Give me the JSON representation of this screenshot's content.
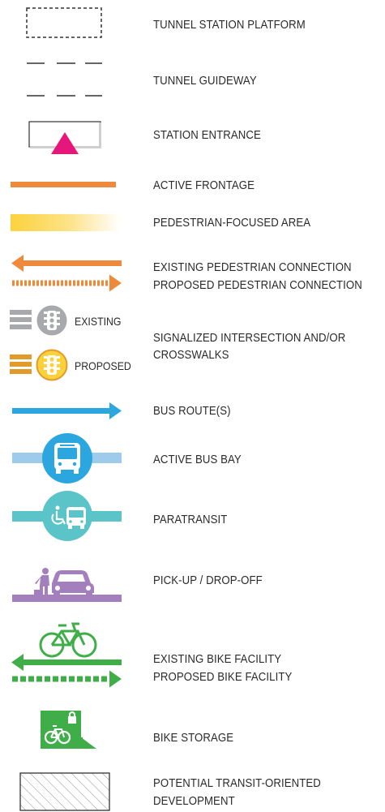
{
  "legend": {
    "items": [
      {
        "id": "tunnel-station-platform",
        "lines": [
          "TUNNEL STATION PLATFORM"
        ]
      },
      {
        "id": "tunnel-guideway",
        "lines": [
          "TUNNEL GUIDEWAY"
        ]
      },
      {
        "id": "station-entrance",
        "lines": [
          "STATION ENTRANCE"
        ]
      },
      {
        "id": "active-frontage",
        "lines": [
          "ACTIVE FRONTAGE"
        ]
      },
      {
        "id": "pedestrian-focused-area",
        "lines": [
          "PEDESTRIAN-FOCUSED AREA"
        ]
      },
      {
        "id": "pedestrian-connection",
        "lines": [
          "EXISTING PEDESTRIAN CONNECTION",
          "PROPOSED PEDESTRIAN CONNECTION"
        ]
      },
      {
        "id": "signalized-intersection",
        "lines": [
          "SIGNALIZED INTERSECTION AND/OR",
          "CROSSWALKS"
        ]
      },
      {
        "id": "bus-routes",
        "lines": [
          "BUS ROUTE(S)"
        ]
      },
      {
        "id": "active-bus-bay",
        "lines": [
          "ACTIVE BUS BAY"
        ]
      },
      {
        "id": "paratransit",
        "lines": [
          "PARATRANSIT"
        ]
      },
      {
        "id": "pick-up-drop-off",
        "lines": [
          "PICK-UP / DROP-OFF"
        ]
      },
      {
        "id": "bike-facility",
        "lines": [
          "EXISTING BIKE FACILITY",
          "PROPOSED BIKE FACILITY"
        ]
      },
      {
        "id": "bike-storage",
        "lines": [
          "BIKE STORAGE"
        ]
      },
      {
        "id": "potential-tod",
        "lines": [
          "POTENTIAL TRANSIT-ORIENTED",
          "DEVELOPMENT"
        ]
      }
    ],
    "signal_existing_label": "EXISTING",
    "signal_proposed_label": "PROPOSED"
  },
  "colors": {
    "orange": "#ef8a3c",
    "pink": "#e6177a",
    "yellow": "#fcd23c",
    "gray": "#a7a9ac",
    "blue": "#2ba6df",
    "light_blue": "#9dcbe9",
    "teal": "#5bc4c8",
    "purple": "#a47fbd",
    "green": "#3fae49",
    "dark": "#333333"
  },
  "icons": [
    "dashed-rectangle",
    "dashed-line",
    "triangle-entrance",
    "traffic-light",
    "bus",
    "wheelchair",
    "person",
    "car",
    "bicycle",
    "lock",
    "hatched-rectangle"
  ]
}
